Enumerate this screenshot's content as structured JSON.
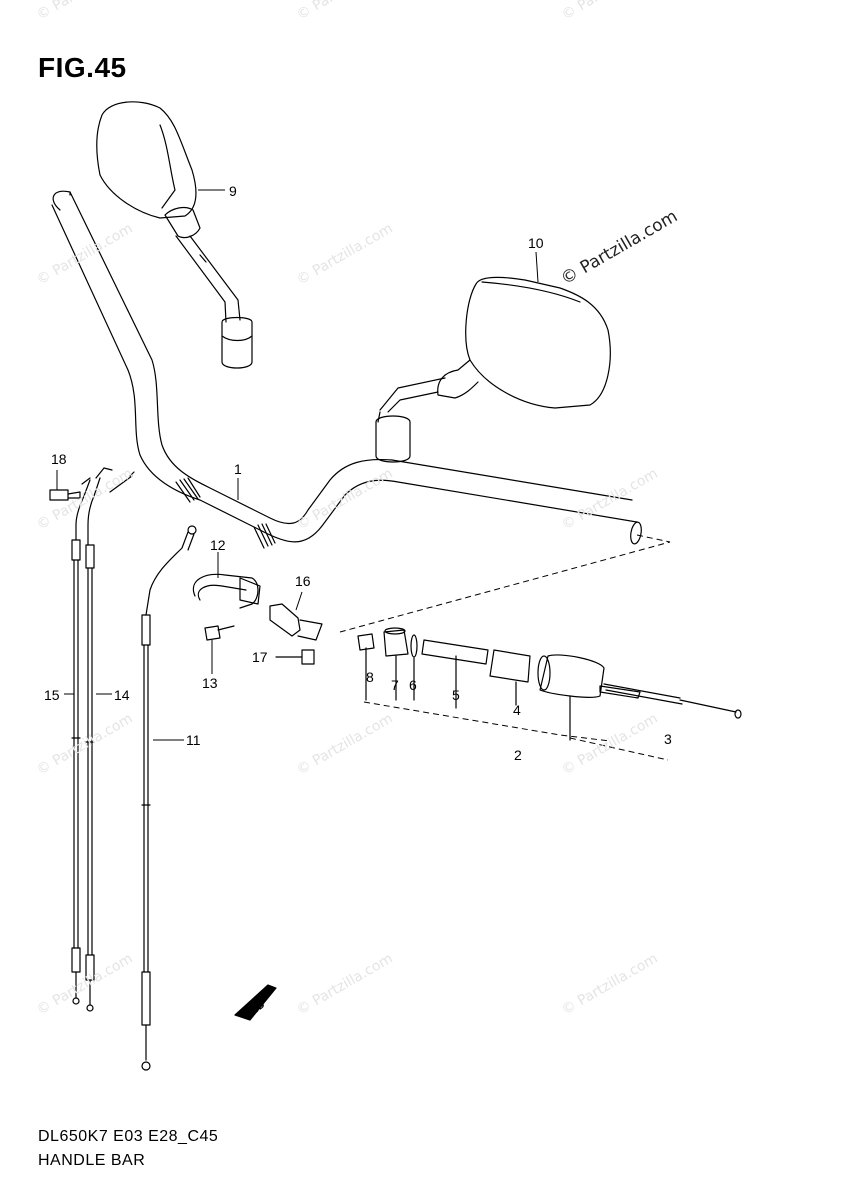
{
  "figure": {
    "title": "FIG.45"
  },
  "footer": {
    "model_code": "DL650K7 E03 E28_C45",
    "assembly_name": "HANDLE BAR"
  },
  "watermark": {
    "text": "© Partzilla.com",
    "text_color": "#e4e4e4"
  },
  "callouts": [
    {
      "number": "1"
    },
    {
      "number": "2"
    },
    {
      "number": "3"
    },
    {
      "number": "4"
    },
    {
      "number": "5"
    },
    {
      "number": "6"
    },
    {
      "number": "7"
    },
    {
      "number": "8"
    },
    {
      "number": "9"
    },
    {
      "number": "10"
    },
    {
      "number": "11"
    },
    {
      "number": "12"
    },
    {
      "number": "13"
    },
    {
      "number": "14"
    },
    {
      "number": "15"
    },
    {
      "number": "16"
    },
    {
      "number": "17"
    },
    {
      "number": "18"
    }
  ],
  "direction_marker": {
    "label": "FWD"
  },
  "colors": {
    "line": "#000000",
    "background": "#ffffff"
  }
}
